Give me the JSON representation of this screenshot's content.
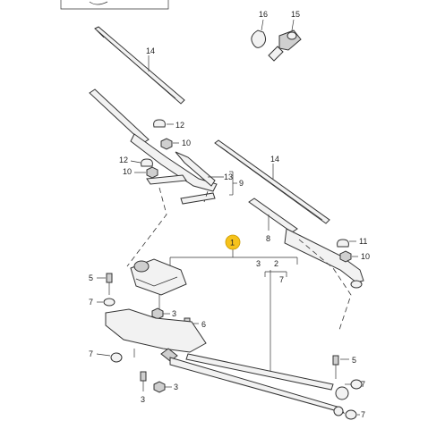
{
  "callouts": {
    "c1": "1",
    "c3": "3",
    "c2": "2",
    "c7a": "7",
    "c16": "16",
    "c15": "15",
    "c14a": "14",
    "c14b": "14",
    "c12a": "12",
    "c10a": "10",
    "c12b": "12",
    "c10b": "10",
    "c13": "13",
    "c9": "9",
    "c8": "8",
    "c11": "11",
    "c5a": "5",
    "c7b": "7",
    "c6": "6",
    "c7c": "7",
    "c3b": "3",
    "c3c": "3",
    "c5b": "5",
    "c7d": "7",
    "c7e": "7"
  },
  "colors": {
    "highlight": "#f6c21b",
    "ink": "#333333"
  }
}
